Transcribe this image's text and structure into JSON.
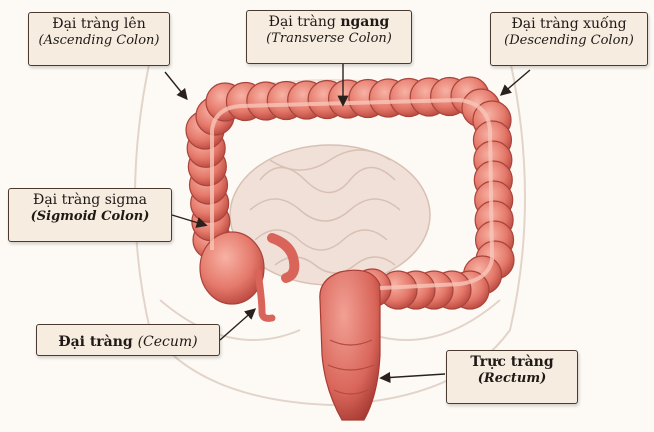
{
  "labels": {
    "ascending": {
      "vn": "Đại tràng lên",
      "en": "(Ascending Colon)"
    },
    "transverse": {
      "vn_prefix": "Đại tràng ",
      "vn_strong": "ngang",
      "en": "(Transverse Colon)"
    },
    "descending": {
      "vn": "Đại tràng xuống",
      "en": "(Descending Colon)"
    },
    "sigmoid": {
      "vn": "Đại tràng sigma",
      "en": "(Sigmoid Colon)"
    },
    "cecum": {
      "vn": "Đại tràng ",
      "en": "(Cecum)"
    },
    "rectum": {
      "vn": "Trực tràng",
      "en": "(Rectum)"
    }
  },
  "colors": {
    "colon_fill": "#e57a6c",
    "colon_dark": "#b8453c",
    "colon_light": "#f3a89a",
    "small_intestine": "#efdcd2",
    "body_outline": "#d9c8bd",
    "label_bg": "#f6ecdf",
    "label_border": "#4a3a30",
    "arrow": "#2a211c"
  }
}
